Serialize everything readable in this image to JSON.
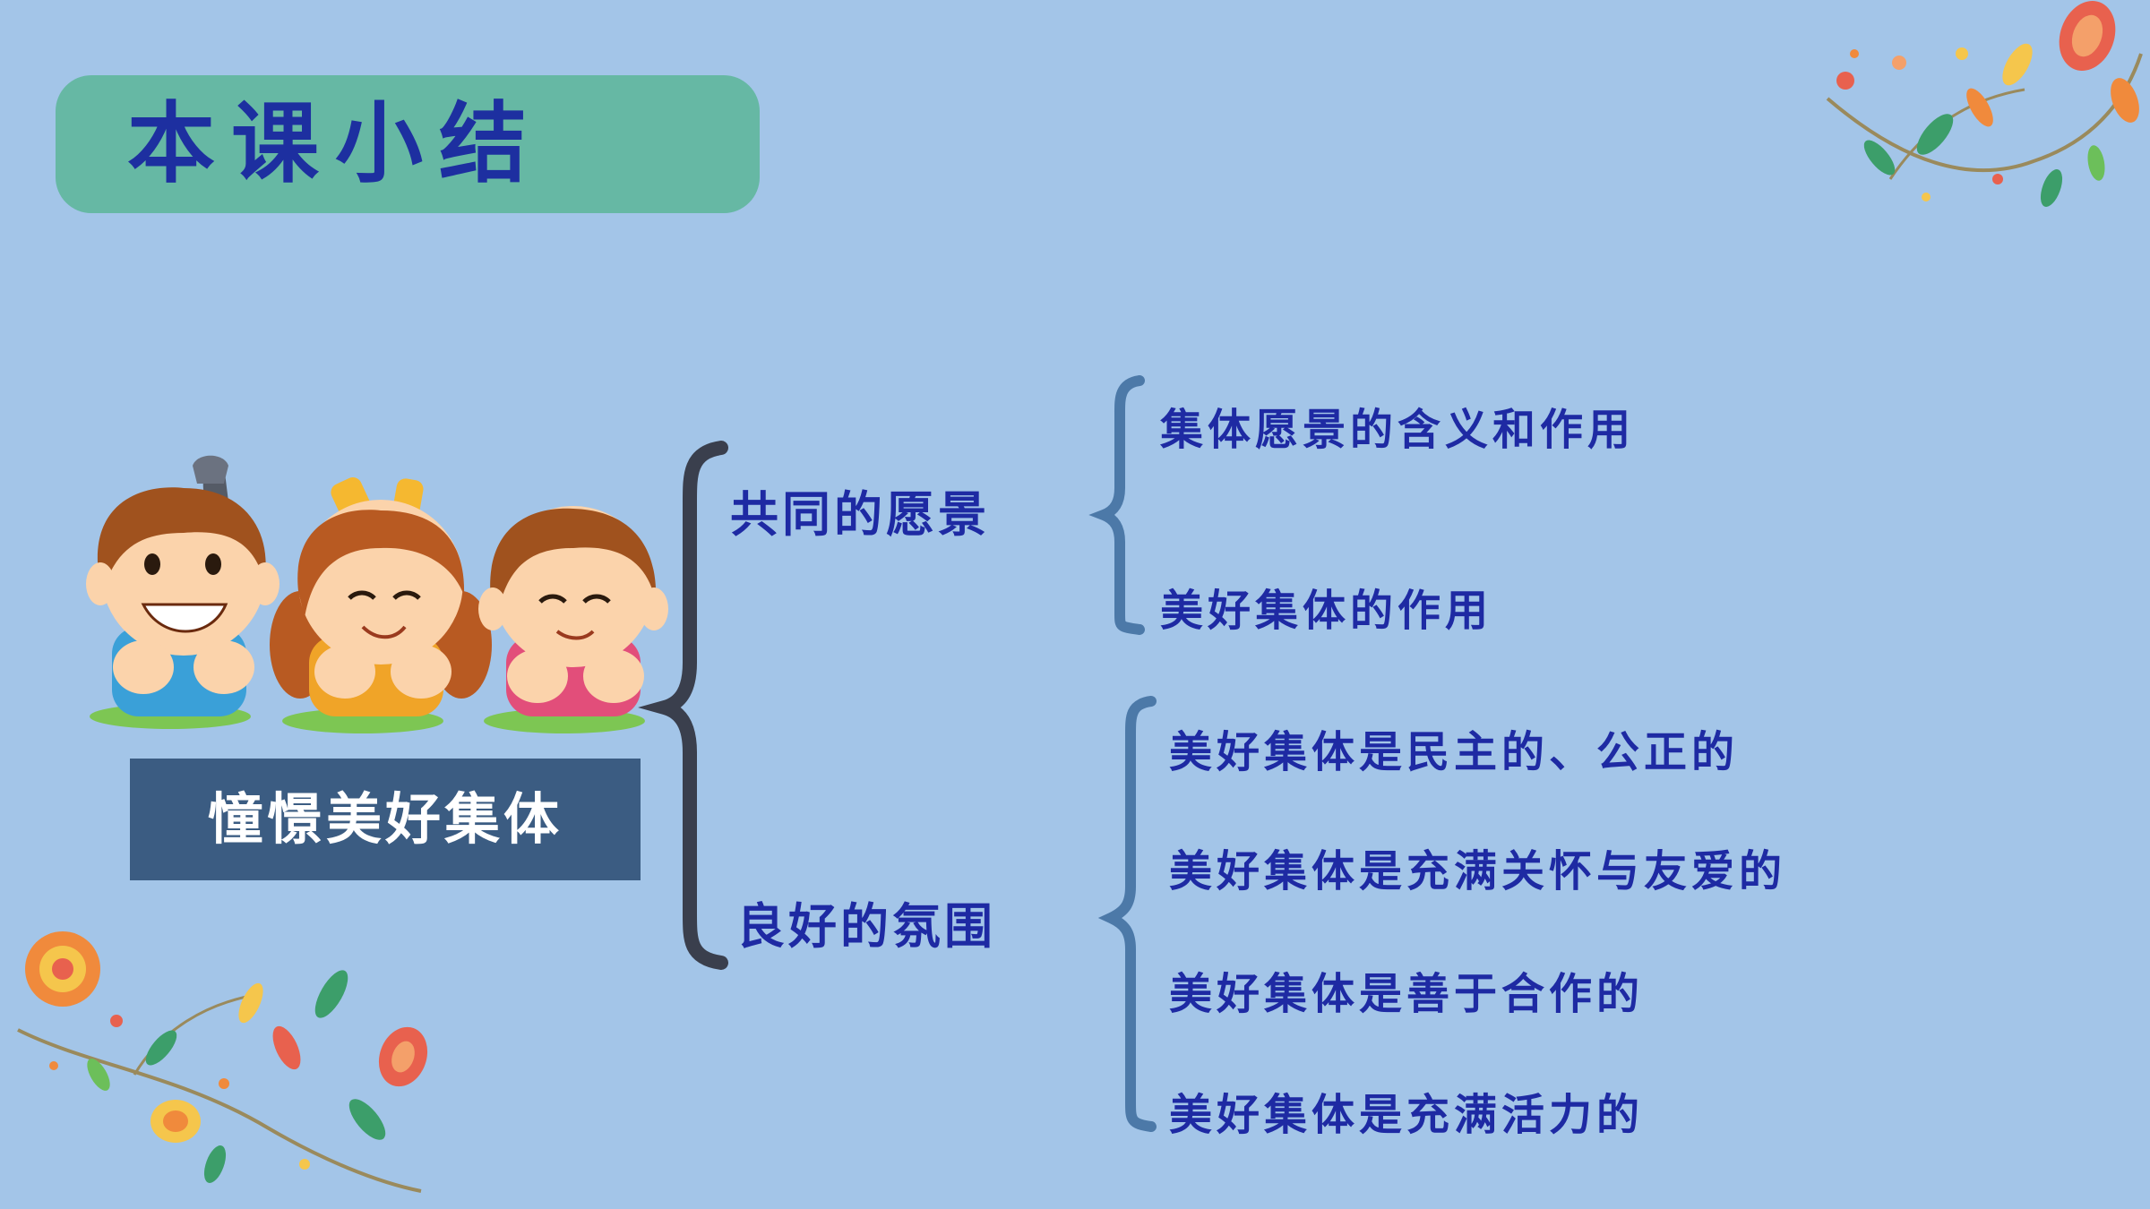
{
  "slide": {
    "title": "本课小结",
    "center_topic": "憧憬美好集体",
    "branches": [
      {
        "label": "共同的愿景",
        "items": [
          "集体愿景的含义和作用",
          "美好集体的作用"
        ]
      },
      {
        "label": "良好的氛围",
        "items": [
          "美好集体是民主的、公正的",
          "美好集体是充满关怀与友爱的",
          "美好集体是善于合作的",
          "美好集体是充满活力的"
        ]
      }
    ]
  },
  "colors": {
    "background": "#a3c5e8",
    "title_box": "#66b8a4",
    "title_text": "#1d2fa0",
    "center_box": "#3b5c82",
    "branch_text": "#1e2aa3",
    "big_brace": "#3a3f4d",
    "small_brace": "#4c79a8"
  }
}
